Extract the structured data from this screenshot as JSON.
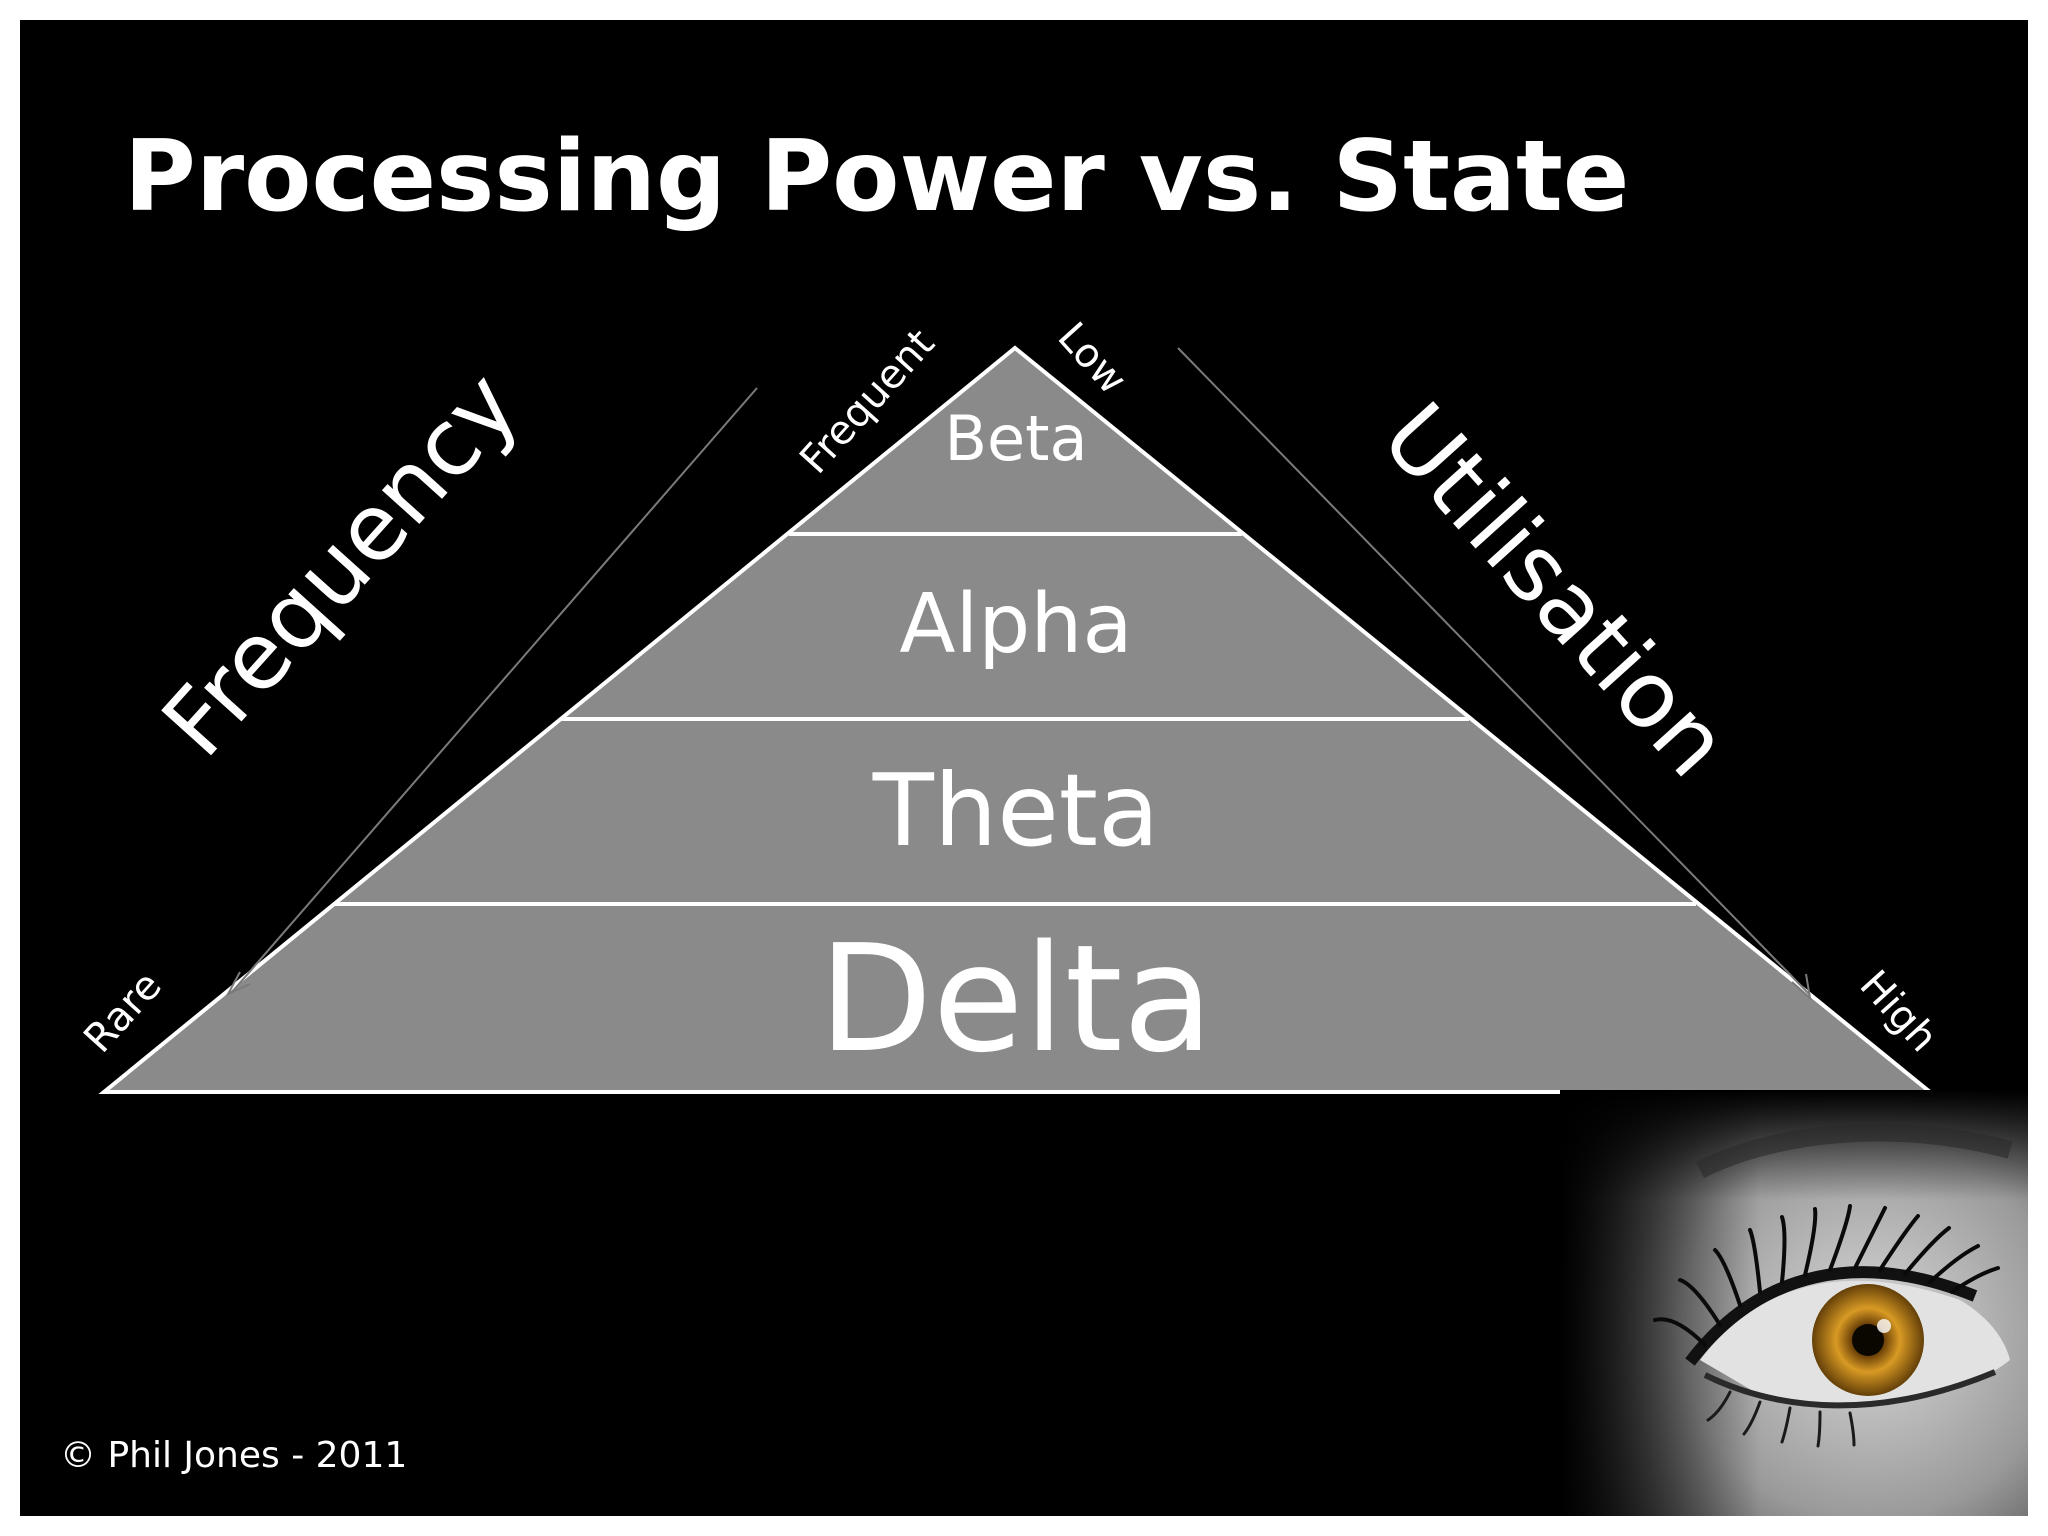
{
  "title": "Processing Power vs. State",
  "layers": [
    "Beta",
    "Alpha",
    "Theta",
    "Delta"
  ],
  "frequency_axis": {
    "label": "Frequency",
    "top": "Frequent",
    "bottom": "Rare"
  },
  "utilisation_axis": {
    "label": "Utilisation",
    "top": "Low",
    "bottom": "High"
  },
  "copyright": "© Phil Jones - 2011",
  "colors": {
    "background": "#000000",
    "pyramid_fill": "#8a8a8a",
    "lines": "#ffffff",
    "iris": "#c8921e"
  },
  "decoration": {
    "image": "eye-photo"
  }
}
